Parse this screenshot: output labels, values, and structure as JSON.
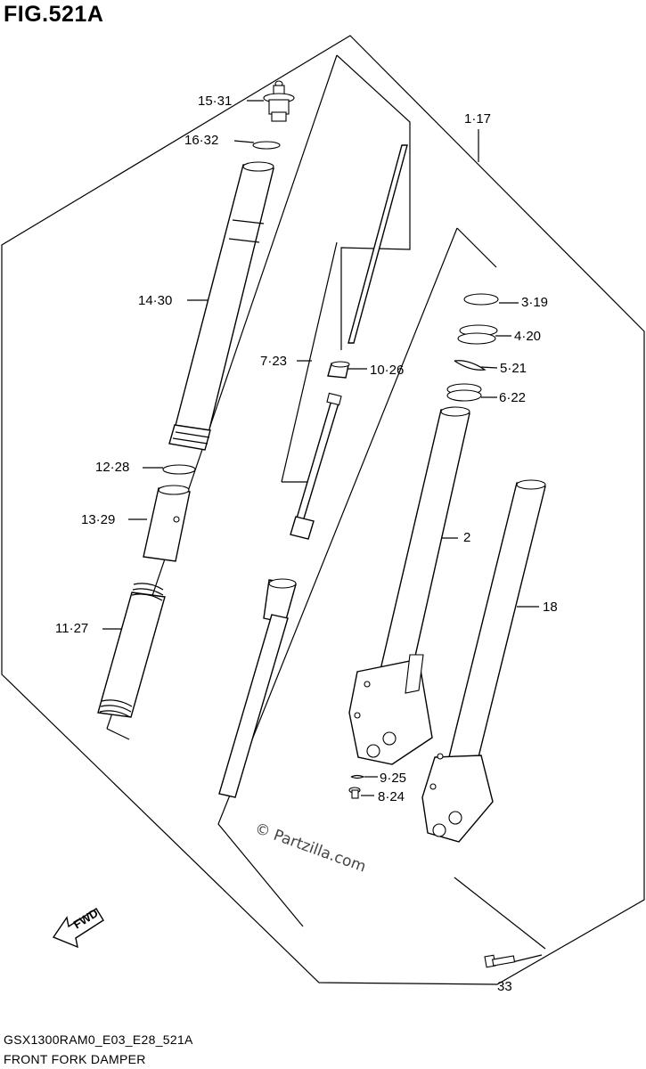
{
  "figure": {
    "title": "FIG.521A",
    "code": "GSX1300RAM0_E03_E28_521A",
    "description": "FRONT FORK DAMPER",
    "watermark": "© Partzilla.com",
    "fwd_label": "FWD"
  },
  "callouts": [
    {
      "id": "c1",
      "text": "1·17"
    },
    {
      "id": "c2",
      "text": "2"
    },
    {
      "id": "c3",
      "text": "3·19"
    },
    {
      "id": "c4",
      "text": "4·20"
    },
    {
      "id": "c5",
      "text": "5·21"
    },
    {
      "id": "c6",
      "text": "6·22"
    },
    {
      "id": "c7",
      "text": "7·23"
    },
    {
      "id": "c8",
      "text": "8·24"
    },
    {
      "id": "c9",
      "text": "9·25"
    },
    {
      "id": "c10",
      "text": "10·26"
    },
    {
      "id": "c11",
      "text": "11·27"
    },
    {
      "id": "c12",
      "text": "12·28"
    },
    {
      "id": "c13",
      "text": "13·29"
    },
    {
      "id": "c14",
      "text": "14·30"
    },
    {
      "id": "c15",
      "text": "15·31"
    },
    {
      "id": "c16",
      "text": "16·32"
    },
    {
      "id": "c18",
      "text": "18"
    },
    {
      "id": "c33",
      "text": "33"
    }
  ]
}
